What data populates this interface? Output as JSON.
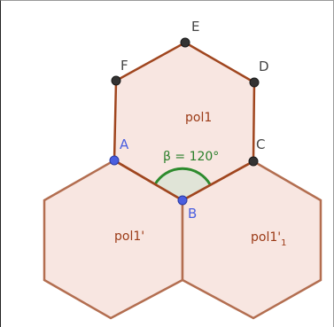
{
  "colors": {
    "hexagon_fill": "#f8e6e1",
    "main_hexagon_stroke": "#a0461f",
    "image_hexagon_stroke": "#b36e50",
    "polygon_label": "#9b3a16",
    "point_black": "#333333",
    "point_blue": "#4a5ee0",
    "point_label_dark": "#444444",
    "point_label_blue": "#4a5ee0",
    "angle_stroke": "#2e8b2e",
    "angle_fill": "#dde3d6",
    "angle_label": "#2a7f2a"
  },
  "points": {
    "E": {
      "label": "E"
    },
    "D": {
      "label": "D"
    },
    "F": {
      "label": "F"
    },
    "A": {
      "label": "A"
    },
    "C": {
      "label": "C"
    },
    "B": {
      "label": "B"
    }
  },
  "polygons": {
    "pol1": {
      "label": "pol1"
    },
    "pol1_prime": {
      "label": "pol1'"
    },
    "pol1_prime_1": {
      "label": "pol1'",
      "subscript": "1"
    }
  },
  "angle": {
    "label": "β = 120°"
  }
}
